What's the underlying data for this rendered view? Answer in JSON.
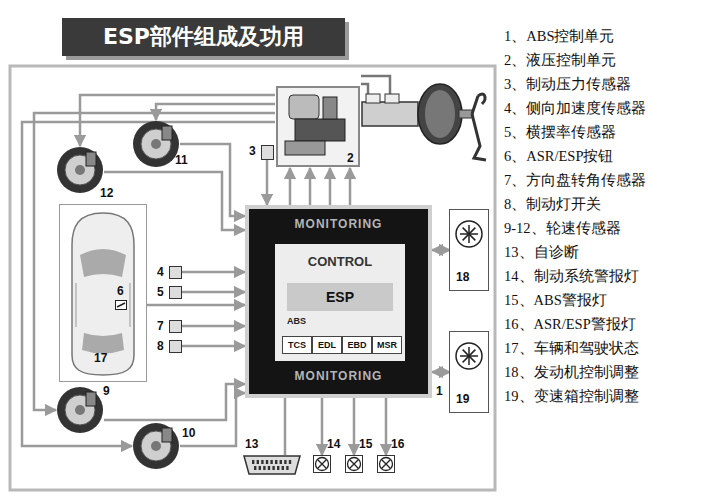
{
  "diagram": {
    "title": "ESP部件组成及功用",
    "nodes": [
      {
        "text": [
          "MONITORING",
          "MONITORING"
        ]
      },
      {
        "text": [
          "CONTROL",
          "ABS"
        ],
        "in": 0
      },
      {
        "text": [
          "ESP"
        ],
        "in": 1
      },
      {
        "text": [
          "TCS"
        ],
        "in": 1
      },
      {
        "text": [
          "EDL"
        ],
        "in": 1
      },
      {
        "text": [
          "EBD"
        ],
        "in": 1
      },
      {
        "text": [
          "MSR"
        ],
        "in": 1
      },
      {
        "text": [
          "2"
        ]
      },
      {
        "text": [
          "3"
        ]
      },
      {
        "text": [
          "11"
        ]
      },
      {
        "text": [
          "12"
        ]
      },
      {
        "text": [
          "9"
        ]
      },
      {
        "text": [
          "10"
        ]
      },
      {
        "text": [
          "17"
        ]
      },
      {
        "text": [
          "4"
        ]
      },
      {
        "text": [
          "5"
        ]
      },
      {
        "text": [
          "7"
        ]
      },
      {
        "text": [
          "8"
        ]
      },
      {
        "text": [
          "6"
        ],
        "in": 13
      },
      {
        "text": [
          "18"
        ]
      },
      {
        "text": [
          "19"
        ]
      },
      {
        "text": [
          "13"
        ]
      },
      {
        "text": [
          "14"
        ]
      },
      {
        "text": [
          "15"
        ]
      },
      {
        "text": [
          "16"
        ]
      }
    ],
    "edges": [
      {
        "from": 7,
        "to": 10,
        "arrow": "to"
      },
      {
        "from": 7,
        "to": 9,
        "arrow": "to"
      },
      {
        "from": 7,
        "to": 11,
        "arrow": "to"
      },
      {
        "from": 7,
        "to": 12,
        "arrow": "to"
      },
      {
        "from": 9,
        "to": 0,
        "arrow": "to"
      },
      {
        "from": 10,
        "to": 0,
        "arrow": "to"
      },
      {
        "from": 11,
        "to": 0,
        "arrow": "to"
      },
      {
        "from": 12,
        "to": 0,
        "arrow": "to"
      },
      {
        "from": 14,
        "to": 0,
        "arrow": "to"
      },
      {
        "from": 15,
        "to": 0,
        "arrow": "to"
      },
      {
        "from": 16,
        "to": 0,
        "arrow": "to"
      },
      {
        "from": 17,
        "to": 0,
        "arrow": "to"
      },
      {
        "from": 18,
        "to": 0,
        "arrow": "to"
      },
      {
        "from": 8,
        "to": 0,
        "arrow": "to"
      },
      {
        "from": 0,
        "to": 7,
        "arrow": "to"
      },
      {
        "from": 0,
        "to": 7,
        "arrow": "to"
      },
      {
        "from": 0,
        "to": 7,
        "arrow": "to"
      },
      {
        "from": 0,
        "to": 7,
        "arrow": "to"
      },
      {
        "from": 0,
        "to": 19,
        "arrow": "both"
      },
      {
        "from": 0,
        "to": 20,
        "arrow": "both"
      },
      {
        "from": 21,
        "to": 0,
        "arrow": "none"
      },
      {
        "from": 0,
        "to": 22,
        "arrow": "to"
      },
      {
        "from": 0,
        "to": 23,
        "arrow": "to"
      },
      {
        "from": 0,
        "to": 24,
        "arrow": "to"
      }
    ],
    "labels": [
      "1",
      "1、ABS控制单元",
      "2、液压控制单元",
      "3、制动压力传感器",
      "4、侧向加速度传感器",
      "5、横摆率传感器",
      "6、ASR/ESP按钮",
      "7、方向盘转角传感器",
      "8、制动灯开关",
      "9-12、轮速传感器",
      "13、自诊断",
      "14、制动系统警报灯",
      "15、ABS警报灯",
      "16、ASR/ESP警报灯",
      "17、车辆和驾驶状态",
      "18、发动机控制调整",
      "19、变速箱控制调整"
    ]
  }
}
